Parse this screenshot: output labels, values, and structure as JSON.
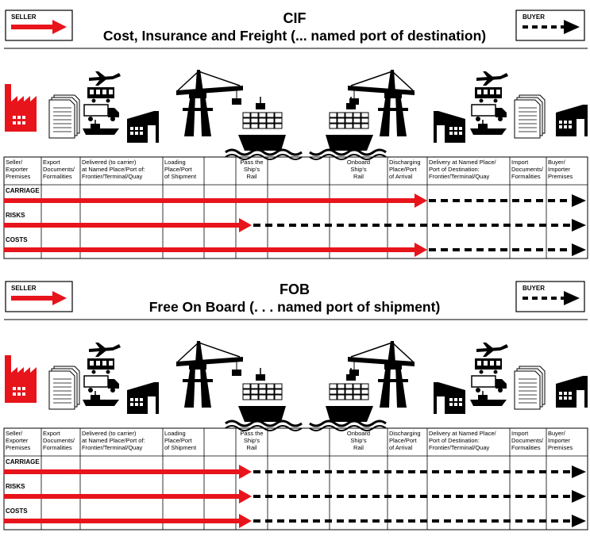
{
  "colors": {
    "seller": "#e8141b",
    "buyer": "#000000",
    "grid": "#000000"
  },
  "legend": {
    "seller_label": "SELLER",
    "buyer_label": "BUYER"
  },
  "columns": [
    [
      "Seller/",
      "Exporter",
      "Premises"
    ],
    [
      "Export",
      "Documents/",
      "Formalities"
    ],
    [
      "Delivered (to carrier)",
      "at Named Place/Port of:",
      "Frontier/Terminal/Quay"
    ],
    [
      "Loading",
      "Place/Port",
      "of Shipment"
    ],
    [
      "",
      "",
      ""
    ],
    [
      "Pass the",
      "Ship's",
      "Rail"
    ],
    [
      "",
      "",
      ""
    ],
    [
      "Onboard",
      "Ship's",
      "Rail"
    ],
    [
      "Discharging",
      "Place/Port",
      "of Arrival"
    ],
    [
      "Delivery at Named Place/",
      "Port of Destination:",
      "Frontier/Terminal/Quay"
    ],
    [
      "Import",
      "Documents/",
      "Formalities"
    ],
    [
      "Buyer/",
      "Importer",
      "Premises"
    ]
  ],
  "rows": [
    "CARRIAGE",
    "RISKS",
    "COSTS"
  ],
  "panels": [
    {
      "code": "CIF",
      "subtitle": "Cost, Insurance and Freight (... named port of destination)",
      "seller_share": {
        "CARRIAGE": "Discharging Place/Port of Arrival",
        "RISKS": "Pass the Ship's Rail",
        "COSTS": "Discharging Place/Port of Arrival"
      }
    },
    {
      "code": "FOB",
      "subtitle": "Free On Board (. . . named port of shipment)",
      "seller_share": {
        "CARRIAGE": "Pass the Ship's Rail",
        "RISKS": "Pass the Ship's Rail",
        "COSTS": "Pass the Ship's Rail"
      }
    }
  ],
  "icons": [
    "factory-icon",
    "documents-icon",
    "airplane-icon",
    "railcar-icon",
    "truck-icon",
    "ship-icon",
    "warehouse-icon",
    "crane-icon",
    "container-ship-icon"
  ]
}
